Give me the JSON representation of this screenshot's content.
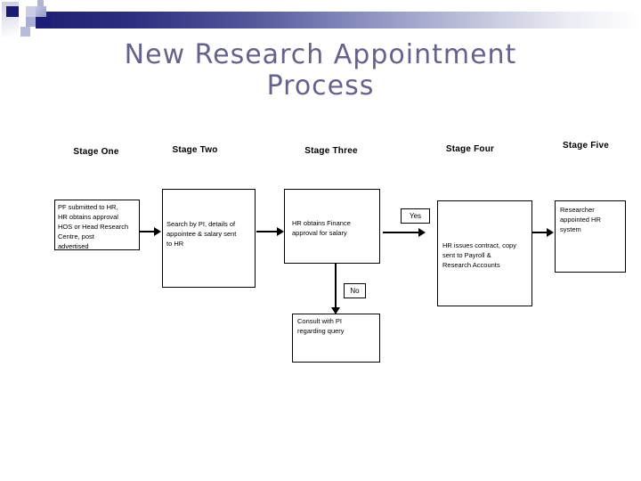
{
  "slide": {
    "title_line1": "New Research Appointment",
    "title_line2": "Process"
  },
  "stages": {
    "one": "Stage One",
    "two": "Stage Two",
    "three": "Stage Three",
    "four": "Stage Four",
    "five": "Stage Five"
  },
  "flowchart": {
    "box1": "PF submitted to HR,\nHR obtains approval\nHOS or Head Research\nCentre, post\nadvertised",
    "box2": "Search by PI, details of\nappointee & salary sent\nto HR",
    "box3": "HR obtains Finance\napproval for salary",
    "box4": "HR issues contract, copy\nsent to Payroll &\nResearch Accounts",
    "box5": "Researcher\nappointed HR\nsystem",
    "consult": "Consult with PI\nregarding query",
    "yes_label": "Yes",
    "no_label": "No"
  },
  "colors": {
    "title_text": "#64638b",
    "bar_dark_navy": "#1f1f72",
    "accent_periwinkle": "#a8aed5",
    "box_border": "#000000",
    "background": "#ffffff"
  }
}
